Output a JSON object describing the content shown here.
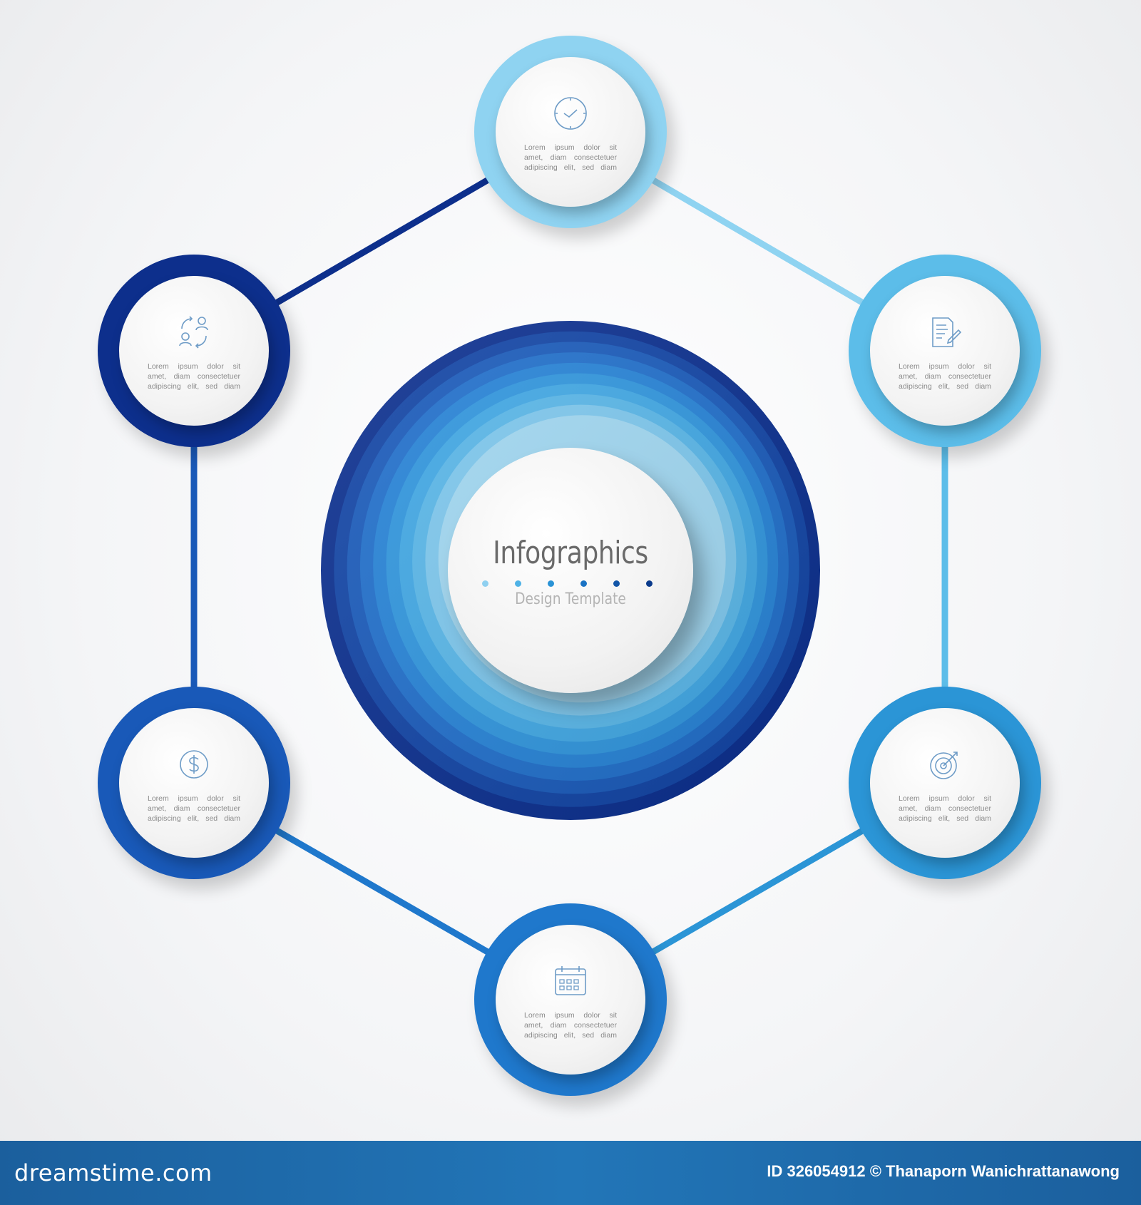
{
  "center": {
    "title": "Infographics",
    "subtitle": "Design Template",
    "dot_colors": [
      "#8fd0f0",
      "#4fb2e6",
      "#2a93d6",
      "#1a73c4",
      "#1256a8",
      "#0b3b8c"
    ],
    "ring_colors": [
      "#0b2f8f",
      "#1245a6",
      "#1a5bbb",
      "#2170cc",
      "#2784d8",
      "#3197df",
      "#42a9e6",
      "#5ab8ea",
      "#7fc9ef",
      "#a2d9f3"
    ]
  },
  "nodes": [
    {
      "id": "top",
      "icon": "clock-icon",
      "ring_color": "#8fd3f1",
      "text": [
        "Lorem ipsum dolor sit",
        "amet, diam consectetuer",
        "adipiscing elit, sed diam"
      ]
    },
    {
      "id": "upper-right",
      "icon": "document-edit-icon",
      "ring_color": "#5cbde9",
      "text": [
        "Lorem ipsum dolor sit",
        "amet, diam consectetuer",
        "adipiscing elit, sed diam"
      ]
    },
    {
      "id": "lower-right",
      "icon": "target-icon",
      "ring_color": "#2b95d6",
      "text": [
        "Lorem ipsum dolor sit",
        "amet, diam consectetuer",
        "adipiscing elit, sed diam"
      ]
    },
    {
      "id": "bottom",
      "icon": "calendar-icon",
      "ring_color": "#1f78cc",
      "text": [
        "Lorem ipsum dolor sit",
        "amet, diam consectetuer",
        "adipiscing elit, sed diam"
      ]
    },
    {
      "id": "lower-left",
      "icon": "dollar-icon",
      "ring_color": "#1959b8",
      "text": [
        "Lorem ipsum dolor sit",
        "amet, diam consectetuer",
        "adipiscing elit, sed diam"
      ]
    },
    {
      "id": "upper-left",
      "icon": "users-exchange-icon",
      "ring_color": "#0d2f8c",
      "text": [
        "Lorem ipsum dolor sit",
        "amet, diam consectetuer",
        "adipiscing elit, sed diam"
      ]
    }
  ],
  "connector_colors": {
    "top_upper_right": "#8fd3f1",
    "upper_right_lower_right": "#5cbde9",
    "lower_right_bottom": "#2b95d6",
    "bottom_lower_left": "#1f78cc",
    "lower_left_upper_left": "#1959b8",
    "upper_left_top": "#0d2f8c"
  },
  "footer": {
    "site": "dreamstime.com",
    "credit": "ID 326054912 © Thanaporn Wanichrattanawong"
  }
}
